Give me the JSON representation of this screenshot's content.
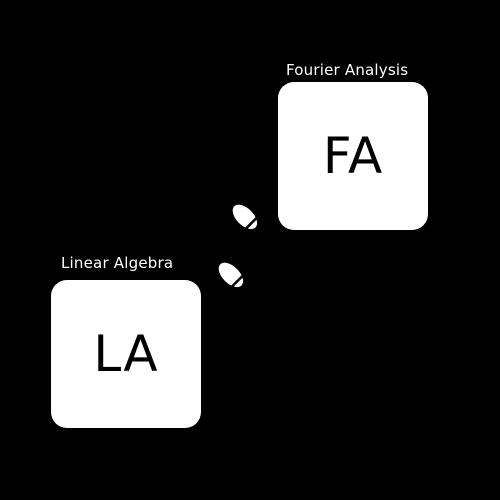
{
  "nodes": {
    "fa": {
      "label": "Fourier Analysis",
      "abbr": "FA"
    },
    "la": {
      "label": "Linear Algebra",
      "abbr": "LA"
    }
  },
  "connector": {
    "icon": "footsteps-icon",
    "from": "la",
    "to": "fa"
  },
  "colors": {
    "background": "#000000",
    "box": "#ffffff",
    "box_text": "#000000",
    "label_text": "#ffffff"
  }
}
